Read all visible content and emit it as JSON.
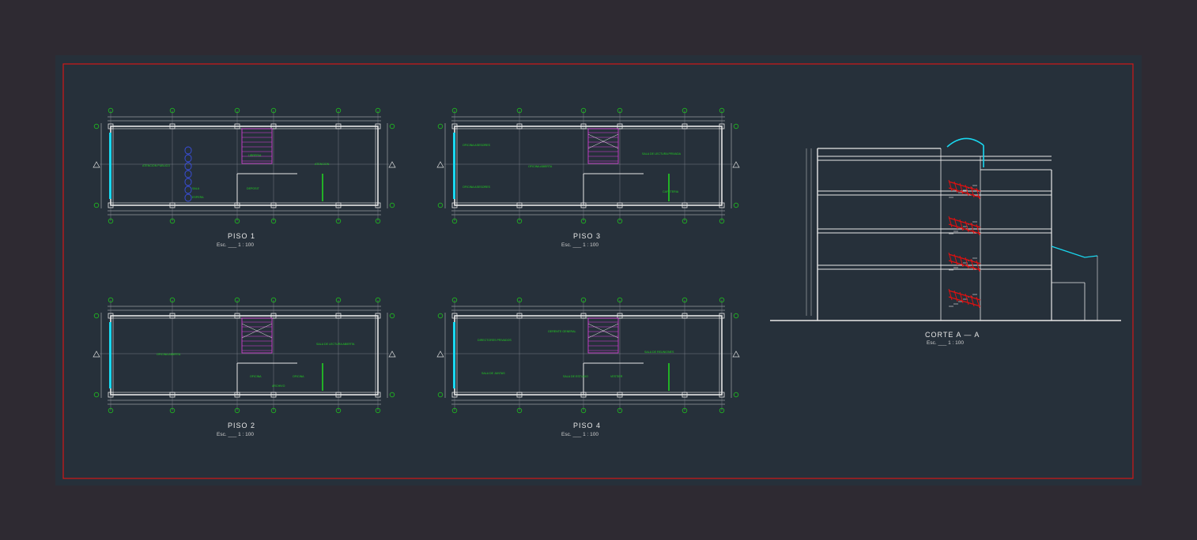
{
  "colors": {
    "background": "#2e2a32",
    "sheet": "#26303a",
    "border": "#d01818",
    "wall": "#e8e8e8",
    "grid_axis": "#1fc01f",
    "room_label": "#22d022",
    "window": "#19d8f0",
    "stair": "#e040e0",
    "railing": "#e01010"
  },
  "plans": [
    {
      "id": "piso-1",
      "title": "PISO  1",
      "scale": "Esc.  ___  1 : 100",
      "rooms": [
        "ATENCION PUBLICO",
        "ATENCION",
        "SALA",
        "ESPERA",
        "DEPOSIT",
        "LIBRERIA"
      ]
    },
    {
      "id": "piso-3",
      "title": "PISO  3",
      "scale": "Esc.  ___  1 : 100",
      "rooms": [
        "OFICINA ASESORES",
        "OFICINA ASESORES",
        "OFICINA ABIERTA",
        "SALA DE LECTURA PRIVADA",
        "CAFETERIA"
      ]
    },
    {
      "id": "piso-2",
      "title": "PISO  2",
      "scale": "Esc.  ___  1 : 100",
      "rooms": [
        "OFICINA ABIERTA",
        "SALA DE LECTURA ABIERTA",
        "OFICINA",
        "OFICINA",
        "ARCHIVO"
      ]
    },
    {
      "id": "piso-4",
      "title": "PISO  4",
      "scale": "Esc.  ___  1 : 100",
      "rooms": [
        "DIRECTORES PRIVADOS",
        "GERENTE GENERAL",
        "SALA DE JUNTAS",
        "SALA DE ESTUDIO",
        "VESTIER",
        "SALA DE REUNIONES"
      ]
    }
  ],
  "section": {
    "title": "CORTE  A  —  A",
    "scale": "Esc.  ___  1 : 100"
  }
}
